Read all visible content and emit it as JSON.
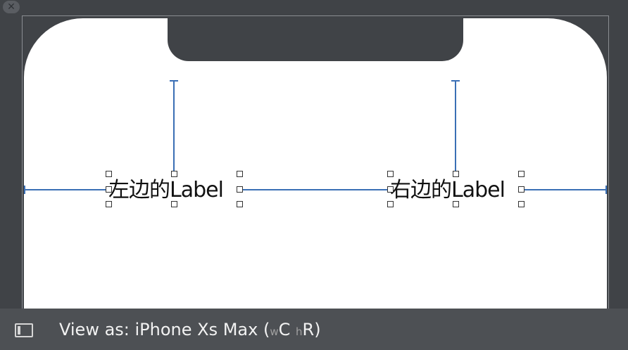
{
  "window": {
    "close_glyph": "✕"
  },
  "labels": {
    "left": "左边的Label",
    "right": "右边的Label"
  },
  "status_bar": {
    "prefix": "View as: iPhone Xs Max (",
    "width_class_small": "w",
    "width_class": "C",
    "height_class_small": "h",
    "height_class": "R",
    "suffix": ")"
  },
  "colors": {
    "background": "#404347",
    "screen": "#ffffff",
    "constraint": "#3a6fb5",
    "bar": "#4d5054"
  },
  "icons": {
    "close": "close-icon",
    "sidebar": "sidebar-toggle-icon"
  }
}
